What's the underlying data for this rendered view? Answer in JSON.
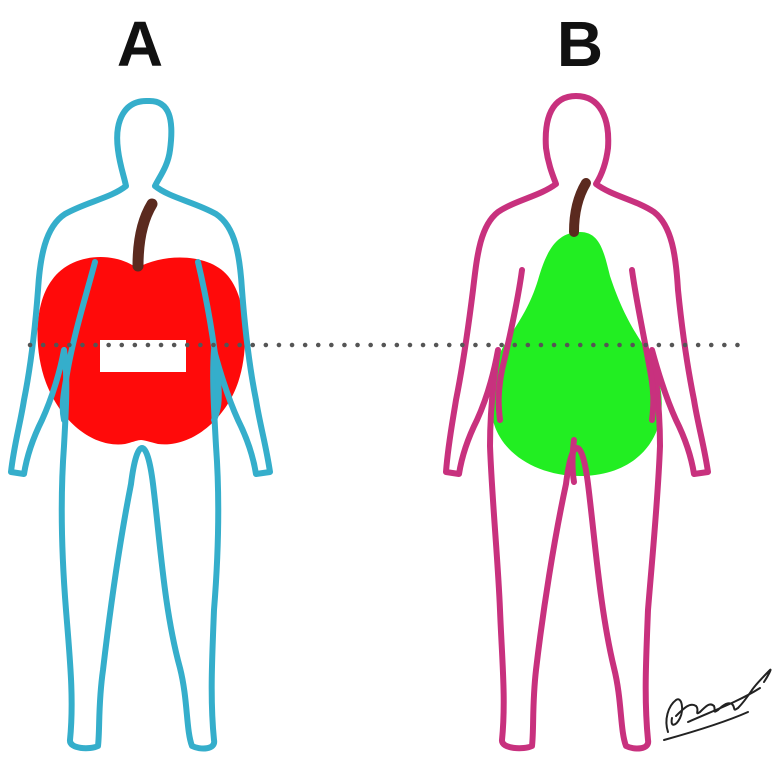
{
  "panels": [
    {
      "label": "A",
      "shape": "apple",
      "outline_color": "#35aecb",
      "fruit_color": "#ff0a0a",
      "stem_color": "#5b2a1f"
    },
    {
      "label": "B",
      "shape": "pear",
      "outline_color": "#c8317e",
      "fruit_color": "#22ee22",
      "stem_color": "#5b2a1f"
    }
  ],
  "reference_line": {
    "style": "dotted",
    "color": "#555555"
  },
  "signature": {
    "color": "#222222"
  }
}
